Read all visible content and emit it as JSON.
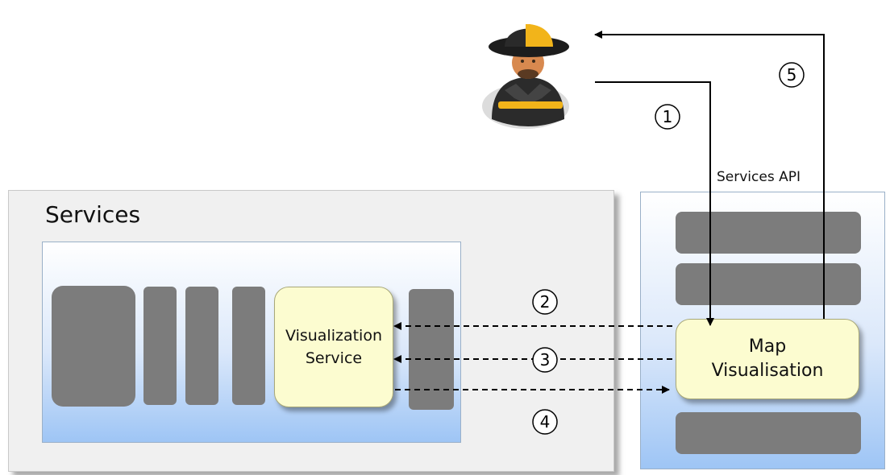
{
  "services": {
    "title": "Services"
  },
  "visualization_service": {
    "line1": "Visualization",
    "line2": "Service"
  },
  "map_visualisation": {
    "line1": "Map",
    "line2": "Visualisation"
  },
  "api_label": "Services API",
  "steps": [
    "1",
    "2",
    "3",
    "4",
    "5"
  ],
  "colors": {
    "block": "#7c7c7c",
    "yellow": "#fcfcd0",
    "panel_blue": "#9ec5f5"
  },
  "icons": {
    "user": "firefighter-user-icon"
  }
}
